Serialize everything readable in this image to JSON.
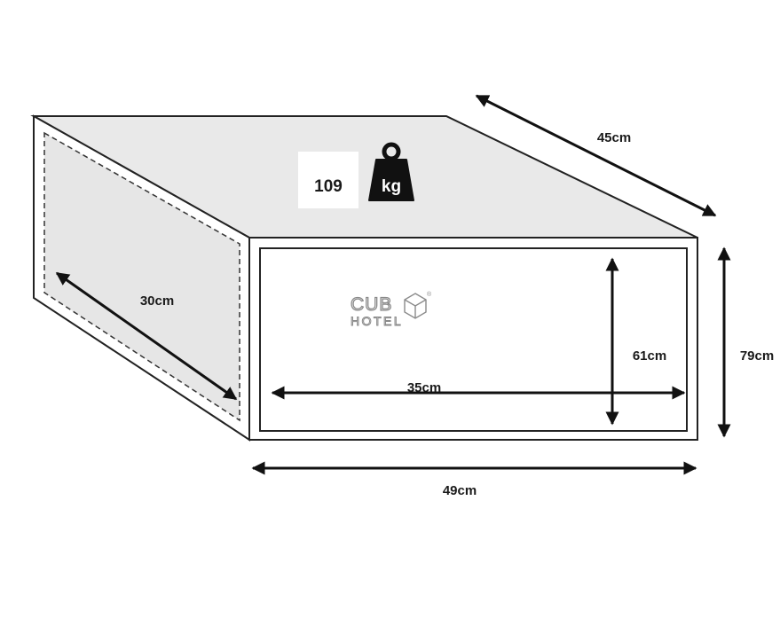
{
  "diagram": {
    "weight": {
      "value": "109",
      "unit": "kg",
      "icon": "weight-icon"
    },
    "logo": {
      "line1": "CUB",
      "line2": "HOTEL",
      "mark": "®",
      "icon": "cube-icon"
    },
    "dimensions": {
      "depth_top": "45cm",
      "inner_depth": "30cm",
      "inner_width": "35cm",
      "inner_height": "61cm",
      "outer_height": "79cm",
      "outer_width": "49cm"
    }
  }
}
